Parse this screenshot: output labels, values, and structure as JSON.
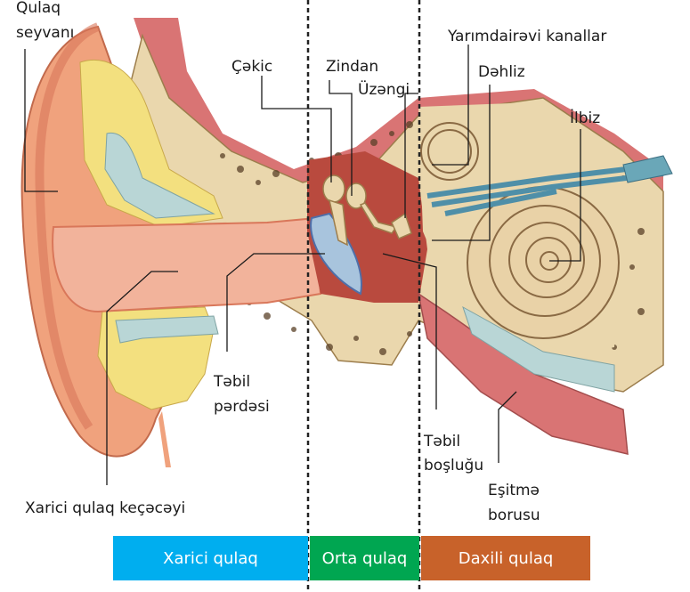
{
  "labels": {
    "pinna": [
      "Qulaq",
      "seyvanı"
    ],
    "hammer": "Çəkic",
    "anvil": "Zindan",
    "stirrup": "Üzəngi",
    "canals": "Yarımdairəvi kanallar",
    "vestibule": "Dəhliz",
    "cochlea": "İlbiz",
    "eardrum": [
      "Təbil",
      "pərdəsi"
    ],
    "tympanic_cavity": [
      "Təbil",
      "boşluğu"
    ],
    "eustachian": [
      "Eşitmə",
      "borusu"
    ],
    "canal_outer": "Xarici qulaq keçəcəyi"
  },
  "sections": [
    {
      "label": "Xarici qulaq",
      "color": "#00aeef"
    },
    {
      "label": "Orta qulaq",
      "color": "#00a651"
    },
    {
      "label": "Daxili qulaq",
      "color": "#c8622a"
    }
  ],
  "colors": {
    "skin": "#f0a27d",
    "skin_dark": "#d9775a",
    "canal": "#f2b39b",
    "bone": "#ead7ad",
    "fat": "#f3e07f",
    "cartilage": "#b9d6d6",
    "muscle": "#d97474",
    "cavity": "#b94a3e"
  }
}
